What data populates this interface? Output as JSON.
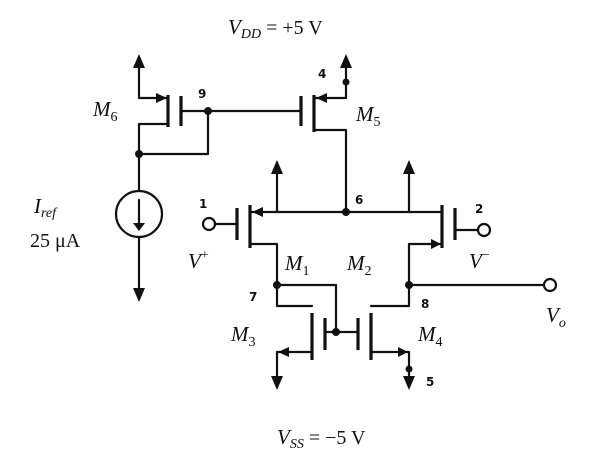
{
  "supply": {
    "vdd_symbol": "V",
    "vdd_sub": "DD",
    "vdd_value": " = +5 V",
    "vss_symbol": "V",
    "vss_sub": "SS",
    "vss_value": " = −5 V"
  },
  "source": {
    "symbol": "I",
    "sub": "ref",
    "value": "25 μA"
  },
  "transistors": {
    "m1": {
      "name": "M",
      "sub": "1"
    },
    "m2": {
      "name": "M",
      "sub": "2"
    },
    "m3": {
      "name": "M",
      "sub": "3"
    },
    "m4": {
      "name": "M",
      "sub": "4"
    },
    "m5": {
      "name": "M",
      "sub": "5"
    },
    "m6": {
      "name": "M",
      "sub": "6"
    }
  },
  "nodes": {
    "n1": "1",
    "n2": "2",
    "n4": "4",
    "n5": "5",
    "n6": "6",
    "n7": "7",
    "n8": "8",
    "n9": "9"
  },
  "terminals": {
    "vplus": "V",
    "vplus_sup": "+",
    "vminus": "V",
    "vminus_sup": "−",
    "vout": "V",
    "vout_sub": "o"
  }
}
